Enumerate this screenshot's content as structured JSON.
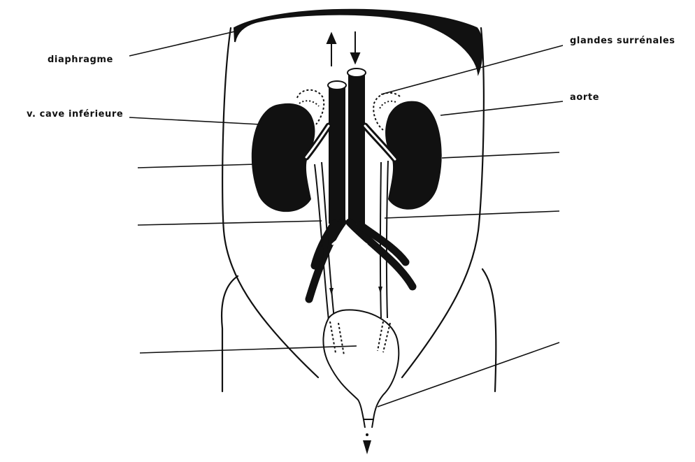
{
  "labels": {
    "diaphragme": "diaphragme",
    "veine_cave": "v. cave inférieure",
    "glandes": "glandes surrénales",
    "aorte": "aorte"
  },
  "colors": {
    "ink": "#111111",
    "paper": "#ffffff"
  }
}
